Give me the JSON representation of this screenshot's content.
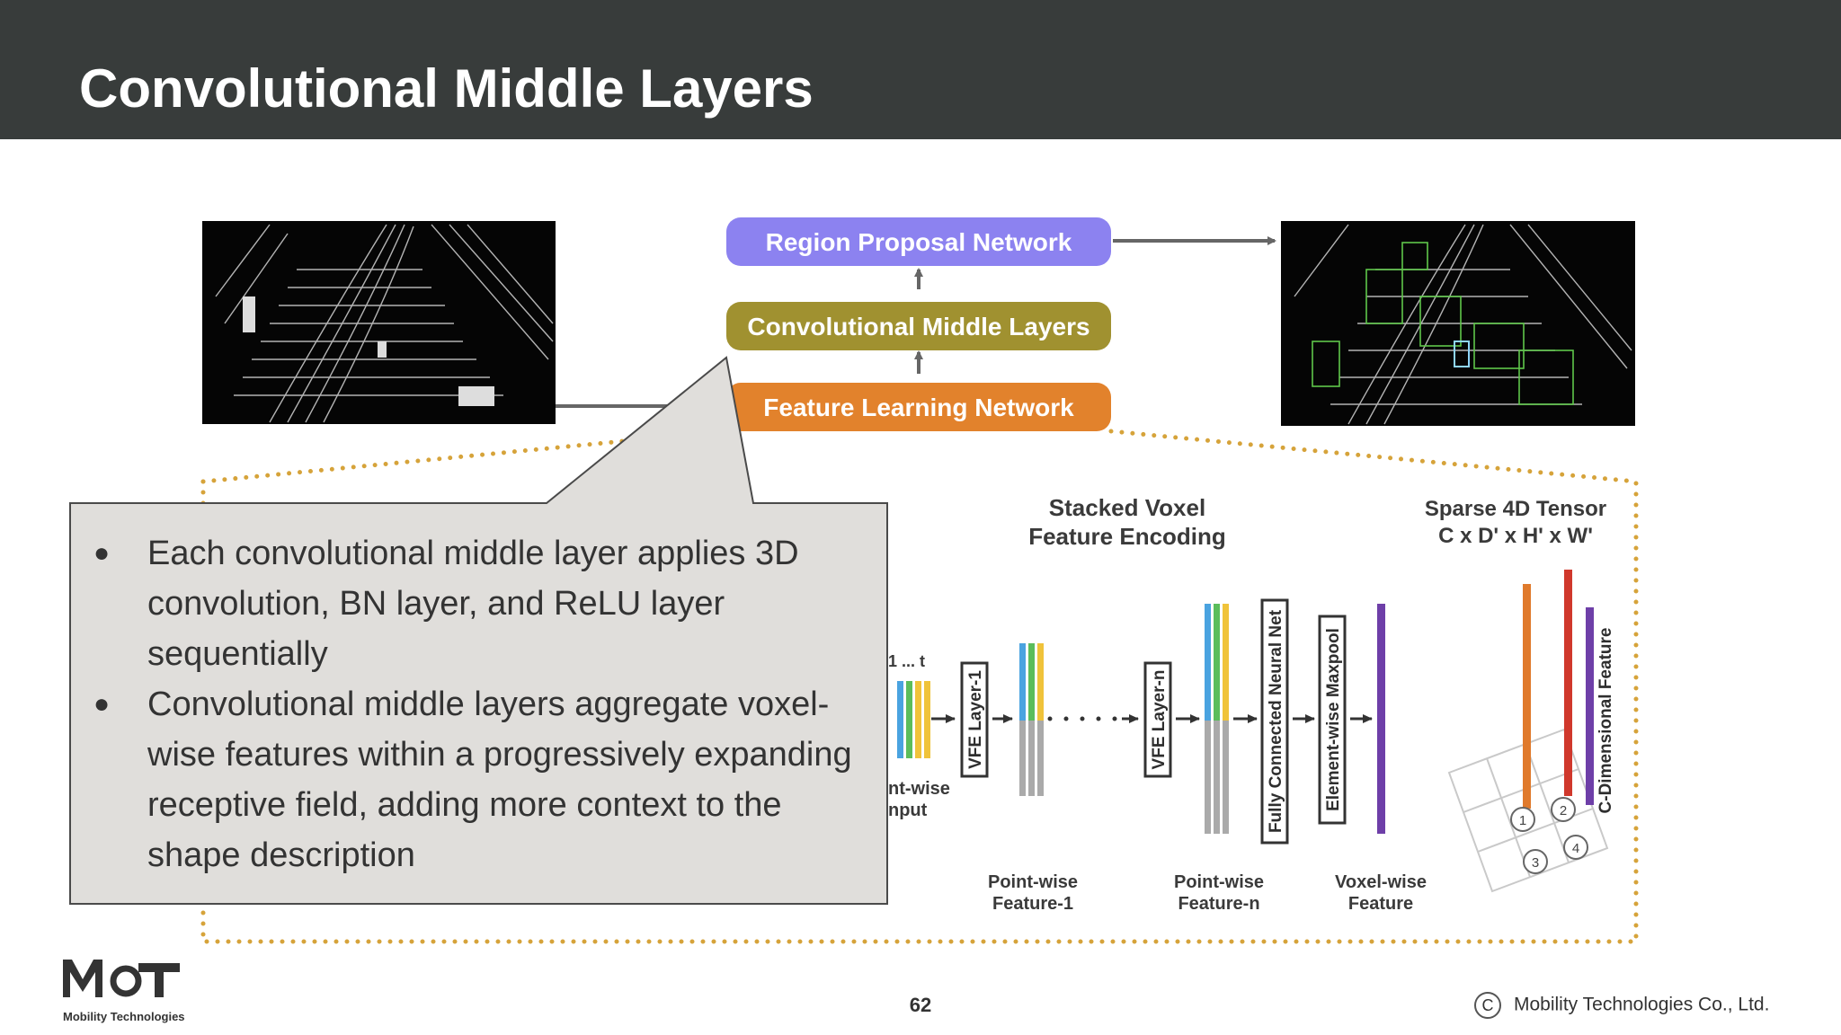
{
  "slide": {
    "title": "Convolutional Middle Layers",
    "page_number": "62",
    "copyright": "Mobility Technologies Co., Ltd.",
    "logo": {
      "text": "MoT",
      "subtitle": "Mobility Technologies"
    }
  },
  "pipeline": {
    "region_proposal": "Region Proposal Network",
    "conv_middle": "Convolutional Middle Layers",
    "feature_learning": "Feature Learning Network",
    "colors": {
      "rpn": "#8c82f0",
      "cml": "#a09130",
      "fln": "#e2822c"
    }
  },
  "vfe": {
    "stacked_title_1": "Stacked Voxel",
    "stacked_title_2": "Feature Encoding",
    "sparse_title_1": "Sparse 4D Tensor",
    "sparse_title_2": "C x D' x H' x W'",
    "dots_label": "1 ... t",
    "pointwise_input_1": "nt-wise",
    "pointwise_input_2": "nput",
    "vfe_layer_1": "VFE Layer-1",
    "vfe_layer_n": "VFE Layer-n",
    "fcn": "Fully Connected Neural Net",
    "maxpool": "Element-wise Maxpool",
    "c_dim": "C-Dimensional Feature",
    "feat1_1": "Point-wise",
    "feat1_2": "Feature-1",
    "featn_1": "Point-wise",
    "featn_2": "Feature-n",
    "voxel_1": "Voxel-wise",
    "voxel_2": "Feature",
    "grid_nums": [
      "1",
      "2",
      "3",
      "4"
    ]
  },
  "callout": {
    "bullets": [
      "Each convolutional middle layer applies 3D convolution, BN layer, and ReLU layer sequentially",
      "Convolutional middle layers aggregate voxel-wise features within a progressively expanding receptive field, adding more context to the shape description"
    ]
  }
}
